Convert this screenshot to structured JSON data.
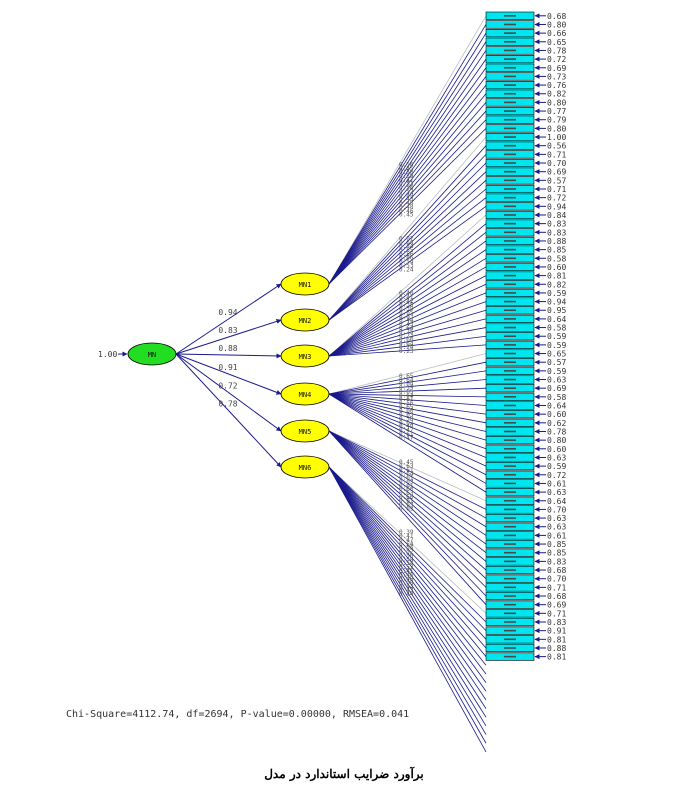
{
  "model": {
    "root": {
      "label": "MN",
      "variance": "1.00",
      "color": "#22dd22"
    },
    "factors": [
      {
        "label": "MN1",
        "loading": "0.94",
        "color": "#ffff00",
        "box_start": 0,
        "box_count": 14
      },
      {
        "label": "MN2",
        "loading": "0.83",
        "color": "#ffff00",
        "box_start": 14,
        "box_count": 9
      },
      {
        "label": "MN3",
        "loading": "0.88",
        "color": "#ffff00",
        "box_start": 23,
        "box_count": 16
      },
      {
        "label": "MN4",
        "loading": "0.91",
        "color": "#ffff00",
        "box_start": 39,
        "box_count": 17
      },
      {
        "label": "MN5",
        "loading": "0.72",
        "color": "#ffff00",
        "box_start": 56,
        "box_count": 13
      },
      {
        "label": "MN6",
        "loading": "0.78",
        "color": "#ffff00",
        "box_start": 69,
        "box_count": 17
      }
    ],
    "indicator_box_color": "#00e5ee",
    "errors": [
      "0.68",
      "0.80",
      "0.66",
      "0.65",
      "0.78",
      "0.72",
      "0.69",
      "0.73",
      "0.76",
      "0.82",
      "0.80",
      "0.77",
      "0.79",
      "0.80",
      "1.00",
      "0.56",
      "0.71",
      "0.70",
      "0.69",
      "0.57",
      "0.71",
      "0.72",
      "0.94",
      "0.84",
      "0.83",
      "0.83",
      "0.88",
      "0.85",
      "0.58",
      "0.60",
      "0.81",
      "0.82",
      "0.59",
      "0.94",
      "0.95",
      "0.64",
      "0.58",
      "0.59",
      "0.59",
      "0.65",
      "0.57",
      "0.59",
      "0.63",
      "0.69",
      "0.58",
      "0.64",
      "0.60",
      "0.62",
      "0.78",
      "0.80",
      "0.60",
      "0.63",
      "0.59",
      "0.72",
      "0.61",
      "0.63",
      "0.64",
      "0.70",
      "0.63",
      "0.63",
      "0.61",
      "0.85",
      "0.85",
      "0.83",
      "0.68",
      "0.70",
      "0.71",
      "0.68",
      "0.69",
      "0.71",
      "0.83",
      "0.91",
      "0.81",
      "0.88",
      "0.81"
    ],
    "item_loadings": [
      [
        "0.56",
        "0.45",
        "0.58",
        "0.59",
        "0.47",
        "0.53",
        "0.56",
        "0.52",
        "0.49",
        "0.43",
        "0.45",
        "0.48",
        "0.46",
        "0.45"
      ],
      [
        "0.07",
        "0.66",
        "0.54",
        "0.55",
        "0.56",
        "0.66",
        "0.54",
        "0.53",
        "0.24"
      ],
      [
        "0.40",
        "0.41",
        "0.42",
        "0.35",
        "0.39",
        "0.65",
        "0.63",
        "0.44",
        "0.43",
        "0.64",
        "0.25",
        "0.23",
        "0.60",
        "0.64",
        "0.24",
        "0.23"
      ],
      [
        "0.65",
        "0.64",
        "0.64",
        "0.59",
        "0.65",
        "0.64",
        "0.61",
        "0.56",
        "0.65",
        "0.60",
        "0.63",
        "0.58",
        "0.62",
        "0.49",
        "0.47",
        "0.61",
        "0.47"
      ],
      [
        "0.45",
        "0.63",
        "0.61",
        "0.64",
        "0.61",
        "0.63",
        "0.61",
        "0.60",
        "0.63",
        "0.60",
        "0.61",
        "0.63",
        "0.63"
      ],
      [
        "0.39",
        "0.41",
        "0.47",
        "0.54",
        "0.56",
        "0.52",
        "0.56",
        "0.58",
        "0.54",
        "0.52",
        "0.41",
        "0.40",
        "0.48",
        "0.39",
        "0.44",
        "0.43",
        "0.44"
      ]
    ]
  },
  "fit_statistics": "Chi-Square=4112.74, df=2694, P-value=0.00000, RMSEA=0.041",
  "caption": "برآورد ضرایب استاندارد در مدل"
}
